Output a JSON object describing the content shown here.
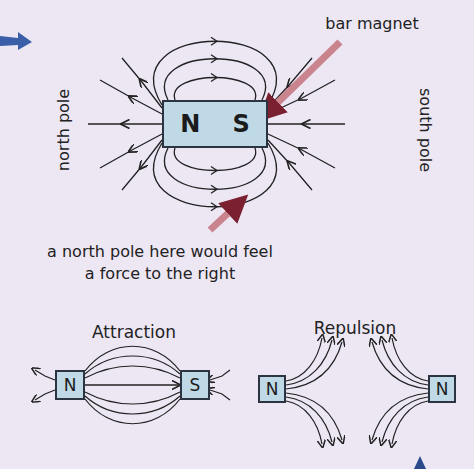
{
  "diagram": {
    "nodes": [
      {
        "text": [
          "N",
          "S"
        ]
      },
      {
        "text": [
          "N"
        ]
      },
      {
        "text": [
          "S"
        ]
      },
      {
        "text": [
          "N"
        ]
      },
      {
        "text": [
          "N"
        ]
      }
    ],
    "edges": [
      {
        "from": 1,
        "to": 2,
        "arrow": "to"
      }
    ],
    "labels": [
      "bar magnet",
      "north pole",
      "south pole",
      "a north pole here would feel a force to the right",
      "Attraction",
      "Repulsion"
    ]
  }
}
